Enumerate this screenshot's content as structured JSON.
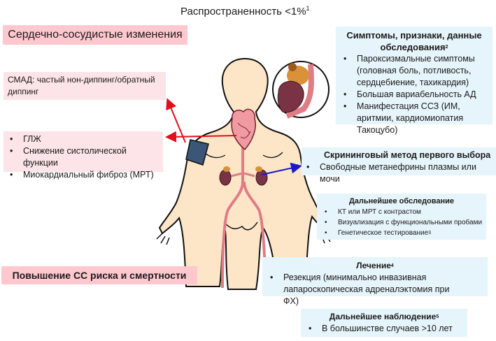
{
  "title": {
    "text": "Распространенность <1%",
    "footnote": "1"
  },
  "left": {
    "cv_changes_header": "Сердечно-сосудистые изменения",
    "abpm_box": "СМАД: частый нон-диппинг/обратный диппинг",
    "cardiac_items": [
      "ГЛЖ",
      "Снижение систолической функции",
      "Миокардиальный фиброз (МРТ)"
    ],
    "risk_header": "Повышение СС риска и смертности"
  },
  "right": {
    "symptoms": {
      "header": "Симптомы, признаки, данные обследования",
      "footnote": "2",
      "items": [
        "Пароксизмальные симптомы (головная боль, потливость, сердцебиение, тахикардия)",
        "Большая вариабельность АД",
        "Манифестация ССЗ (ИМ, аритмии, кардиомиопатия Такоцубо)"
      ]
    },
    "screening": {
      "header": "Скрининговый метод первого выбора",
      "items": [
        "Свободные метанефрины плазмы или мочи"
      ]
    },
    "further_exam": {
      "header": "Дальнейшее обследование",
      "items": [
        {
          "text": "КТ или МРТ с контрастом",
          "footnote": ""
        },
        {
          "text": "Визуализация с функциональными пробами",
          "footnote": ""
        },
        {
          "text": "Генетическое тестирование",
          "footnote": "3"
        }
      ]
    },
    "treatment": {
      "header": "Лечение",
      "footnote": "4",
      "items": [
        "Резекция (минимально инвазивная лапароскопическая адреналэктомия при ФХ)"
      ]
    },
    "follow_up": {
      "header": "Дальнейшее наблюдение",
      "footnote": "5",
      "items": [
        "В большинстве случаев >10 лет"
      ]
    }
  },
  "colors": {
    "pink_strong": "#ffc7ce",
    "pink_light": "#fde4e8",
    "blue_light": "#e6f4fb",
    "arrow_red": "#e0101c",
    "arrow_blue": "#1a1acc",
    "skin": "#fde6c8",
    "cuff": "#3b5677",
    "kidney": "#7a3345",
    "adrenal": "#d9923a",
    "vessel": "#e07c86"
  }
}
